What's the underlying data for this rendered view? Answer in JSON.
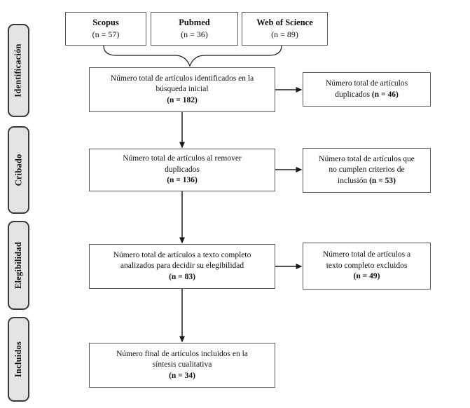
{
  "colors": {
    "box_border": "#595959",
    "rail_fill": "#e4e4e4",
    "rail_border": "#3a3a3a",
    "arrow": "#1a1a1a",
    "text": "#111111",
    "bg": "#ffffff"
  },
  "phases": [
    "Identificación",
    "Cribado",
    "Elegibilidad",
    "Incluidos"
  ],
  "sources": [
    {
      "name": "Scopus",
      "count": "(n = 57)"
    },
    {
      "name": "Pubmed",
      "count": "(n = 36)"
    },
    {
      "name": "Web of Science",
      "count": "(n = 89)"
    }
  ],
  "main_boxes": [
    {
      "lines": [
        "Número total de artículos identificados en la",
        "búsqueda inicial"
      ],
      "count": "(n = 182)"
    },
    {
      "lines": [
        "Número total de artículos al remover",
        "duplicados"
      ],
      "count": "(n = 136)"
    },
    {
      "lines": [
        "Número total de artículos a texto completo",
        "analizados para decidir su elegibilidad"
      ],
      "count": "(n = 83)"
    },
    {
      "lines": [
        "Número final de artículos incluidos en la",
        "síntesis cualitativa"
      ],
      "count": "(n = 34)"
    }
  ],
  "side_boxes": [
    {
      "lines": [
        {
          "text": "Número total de artículos"
        },
        {
          "text": "duplicados ",
          "bold": "(n = 46)"
        }
      ]
    },
    {
      "lines": [
        {
          "text": "Número total de artículos que"
        },
        {
          "text": "no cumplen criterios de"
        },
        {
          "text": "inclusión ",
          "bold": "(n = 53)"
        }
      ]
    },
    {
      "lines": [
        {
          "text": "Número total de artículos a"
        },
        {
          "text": "texto completo excluidos"
        },
        {
          "bold": "(n = 49)"
        }
      ]
    }
  ]
}
